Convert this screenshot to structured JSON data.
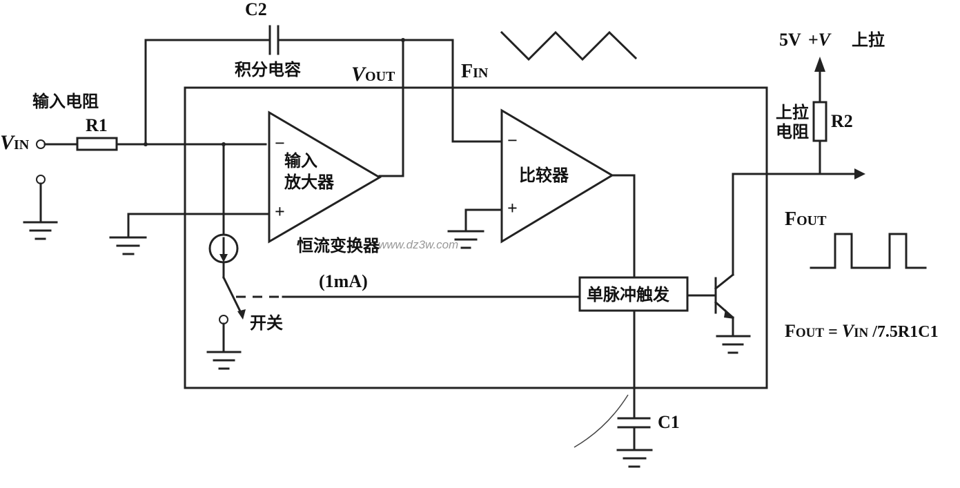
{
  "labels": {
    "c2": "C2",
    "integrating_cap": "积分电容",
    "input_resistor": "输入电阻",
    "r1": "R1",
    "vin_v": "V",
    "vin_sub": "IN",
    "vout_v": "V",
    "vout_sub": "OUT",
    "fin_f": "F",
    "fin_sub": "IN",
    "amp_line1": "输入",
    "amp_line2": "放大器",
    "comparator": "比较器",
    "current_converter": "恒流变换器",
    "current_value": "(1mA)",
    "switch": "开关",
    "one_shot": "单脉冲触发",
    "pullup_supply": "5V",
    "pullup_plus_v": "+V",
    "pullup_word": "上拉",
    "pullup_res_line1": "上拉",
    "pullup_res_line2": "电阻",
    "r2": "R2",
    "fout_f": "F",
    "fout_sub": "OUT",
    "formula_f": "F",
    "formula_f_sub": "OUT",
    "formula_eq": " = ",
    "formula_v": "V",
    "formula_v_sub": "IN",
    "formula_rest": " /7.5R1C1",
    "c1": "C1",
    "minus": "−",
    "plus": "+",
    "watermark": "www.dz3w.com"
  }
}
